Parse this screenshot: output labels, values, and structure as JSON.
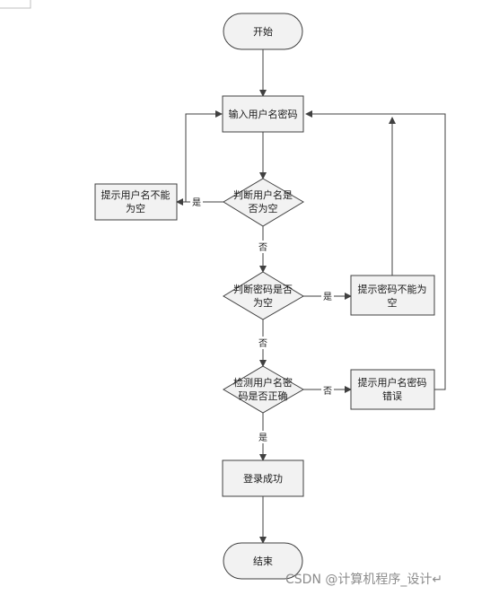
{
  "nodes": {
    "start": "开始",
    "input": "输入用户名密码",
    "check_user": [
      "判断用户名是",
      "否为空"
    ],
    "warn_user": [
      "提示用户名不能",
      "为空"
    ],
    "check_pwd": [
      "判断密码是否",
      "为空"
    ],
    "warn_pwd": [
      "提示密码不能为",
      "空"
    ],
    "check_correct": [
      "检测用户名密",
      "码是否正确"
    ],
    "warn_wrong": [
      "提示用户名密码",
      "错误"
    ],
    "success": "登录成功",
    "end": "结束"
  },
  "edges": {
    "yes": "是",
    "no": "否"
  },
  "watermark": "CSDN @计算机程序_设计↵"
}
